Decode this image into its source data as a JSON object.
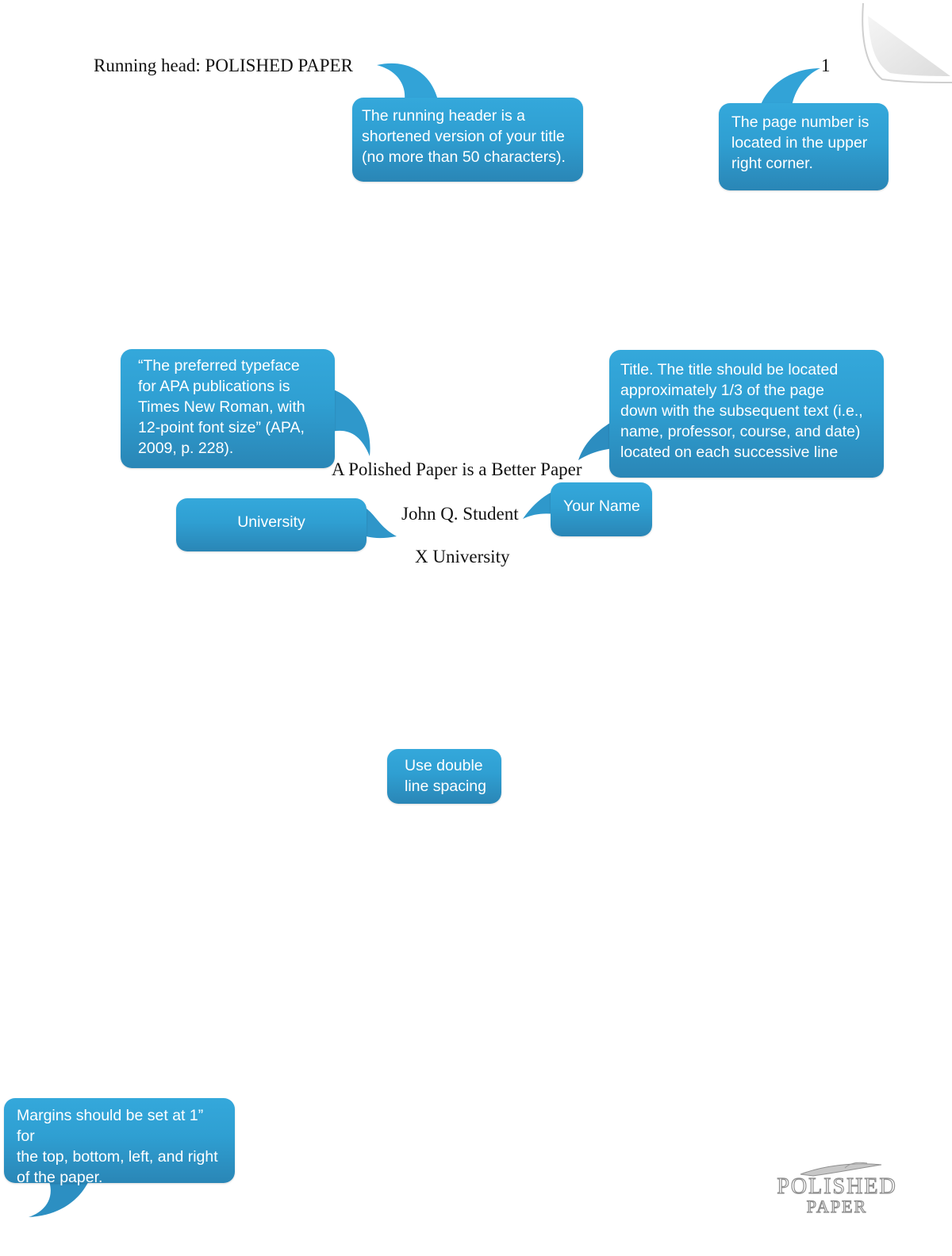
{
  "document": {
    "running_head": "Running head: POLISHED PAPER",
    "page_number": "1",
    "title": "A Polished Paper is a Better Paper",
    "author": "John Q. Student",
    "institution": "X University"
  },
  "callouts": {
    "running_header": {
      "lines": [
        "The running header is a",
        "shortened version of your title",
        "(no more than 50 characters)."
      ]
    },
    "page_number": {
      "lines": [
        "The page number is",
        "located in the upper",
        "right corner."
      ]
    },
    "typeface": {
      "lines": [
        "“The preferred typeface",
        "for APA publications is",
        "Times New Roman, with",
        "12-point font size” (APA,",
        "2009, p. 228)."
      ]
    },
    "title": {
      "lines": [
        "Title. The title should be located",
        "approximately 1/3 of the page",
        "down with the subsequent text (i.e.,",
        "name, professor, course, and date)",
        "located on each successive line"
      ]
    },
    "your_name": {
      "label": "Your Name"
    },
    "university": {
      "label": "University"
    },
    "spacing": {
      "lines": [
        "Use double",
        "line spacing"
      ]
    },
    "margins": {
      "lines": [
        "Margins should be set at 1” for",
        "the top, bottom, left, and right",
        "of the paper."
      ]
    }
  },
  "logo": {
    "word1": "POLISHED",
    "word2": "PAPER"
  },
  "colors": {
    "bubble_light": "#34a8db",
    "bubble_dark": "#2a86b6",
    "text": "#111111"
  }
}
